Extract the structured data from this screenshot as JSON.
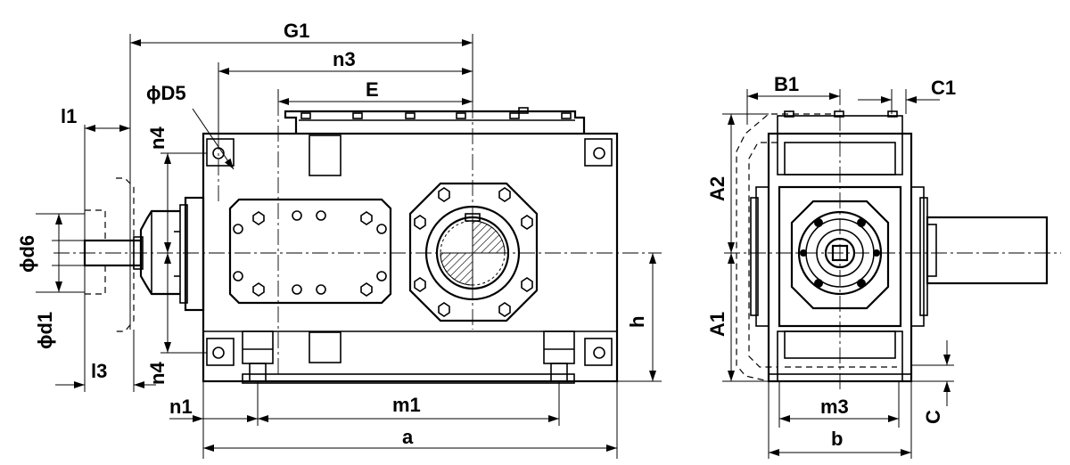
{
  "labels": {
    "G1": "G1",
    "n3": "n3",
    "E": "E",
    "D5": "ϕD5",
    "l1": "l1",
    "n4_top": "n4",
    "d6": "ϕd6",
    "d1": "ϕd1",
    "l3": "l3",
    "n4_bottom": "n4",
    "n1": "n1",
    "m1": "m1",
    "a": "a",
    "h": "h",
    "B1": "B1",
    "C1": "C1",
    "A2": "A2",
    "A1": "A1",
    "m3": "m3",
    "b": "b",
    "C": "C"
  }
}
